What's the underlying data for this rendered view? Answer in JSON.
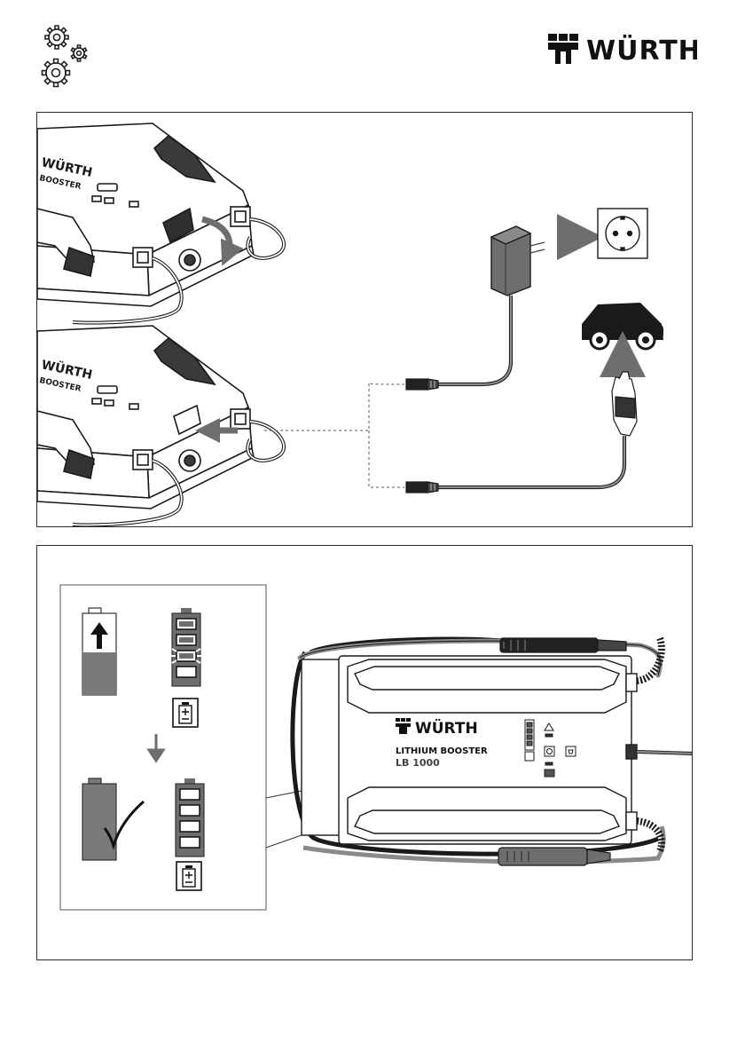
{
  "brand": {
    "name": "WÜRTH"
  },
  "device": {
    "brand": "WÜRTH",
    "model_line": "LITHIUM BOOSTER",
    "model_code": "LB 1000"
  },
  "icons": {
    "header": "gears-icon",
    "socket": "wall-socket-icon",
    "vehicle": "car-icon",
    "charger": "wall-charger-icon",
    "battery_charged": "battery-plus-icon"
  },
  "colors": {
    "line": "#1a1a1a",
    "cable": "#8a8a8a",
    "arrow": "#6e6e6e",
    "fill_grey": "#7a7a7a",
    "dark": "#222222"
  },
  "charge_levels": {
    "charging_segments_lit": 2,
    "charged_segments_lit": 4,
    "segments_total": 4
  }
}
